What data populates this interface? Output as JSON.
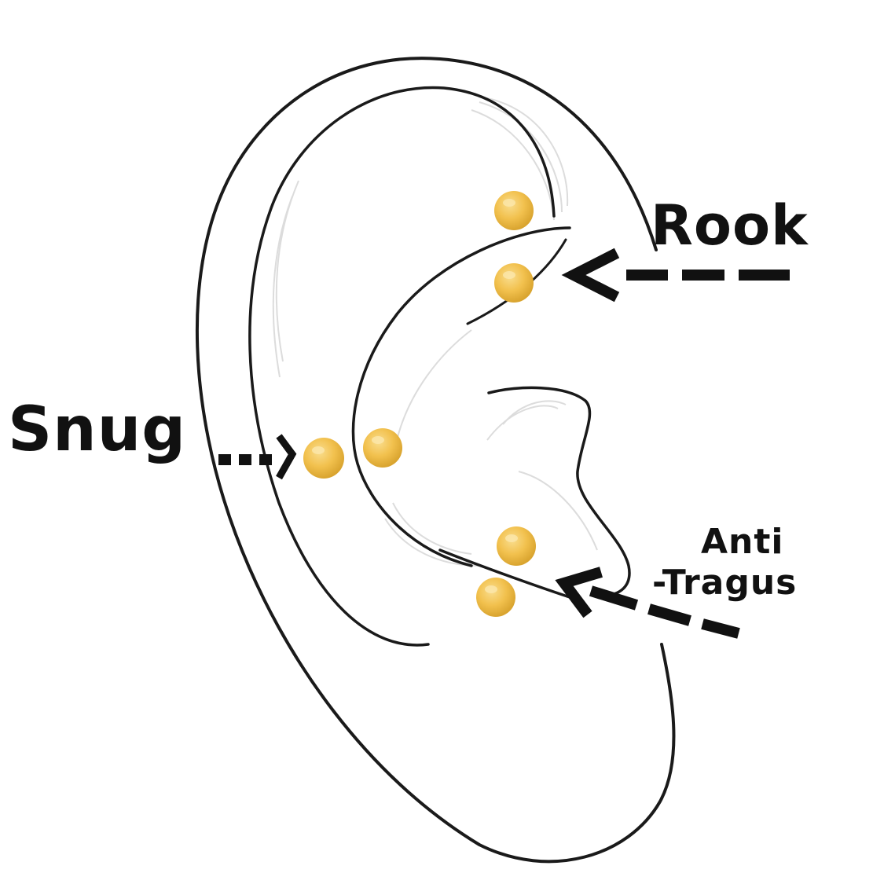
{
  "labels": {
    "rook": "Rook",
    "snug": "Snug",
    "anti_tragus_line1": "Anti",
    "anti_tragus_line2": "-Tragus"
  },
  "colors": {
    "stud": "#F2C14E",
    "stud_highlight": "#F8DA86",
    "stud_shadow": "#D9A42F",
    "outline": "#1a1a1a",
    "arrow": "#111111",
    "shading": "#d6d6d6"
  },
  "icons": {
    "ear": "ear-outline-drawing",
    "stud": "gold-ball-stud"
  }
}
